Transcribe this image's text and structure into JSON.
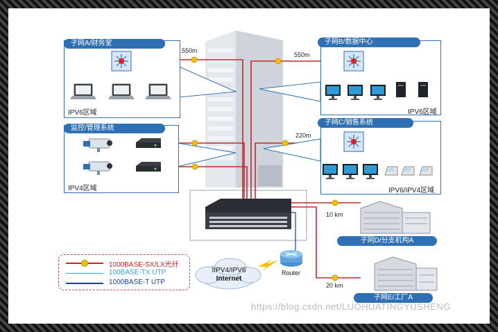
{
  "subnets": {
    "a": {
      "title": "子网A/财务室",
      "region": "IPV6区域"
    },
    "b": {
      "title": "子网B/数据中心",
      "region": "IPV6区域"
    },
    "monitor": {
      "title": "监控/管理系统",
      "region": "IPV4区域"
    },
    "c": {
      "title": "子网C/销售系统",
      "region": "IPV6/IPV4区域"
    },
    "d": {
      "title": "子网D/分支机构A"
    },
    "e": {
      "title": "子网E/工厂A"
    }
  },
  "distances": {
    "a": "550m",
    "b": "550m",
    "c": "220m",
    "d": "10 km",
    "e": "20 km"
  },
  "internet": {
    "line1": "IIPV4/IPV6",
    "line2": "Internet"
  },
  "router": {
    "label": "Router"
  },
  "legend": {
    "items": [
      {
        "label": "1000BASE-SX/LX光纤",
        "color": "#c0282d"
      },
      {
        "label": "100BASE-TX UTP",
        "color": "#3aa0d8"
      },
      {
        "label": "1000BASE-T UTP",
        "color": "#1f3f8f"
      }
    ]
  },
  "colors": {
    "fiber": "#c0282d",
    "utp100": "#3aa0d8",
    "utp1000": "#1f3f8f",
    "accent": "#2f6fb3"
  },
  "watermark": "https://blog.csdn.net/LUOHUATINGYUSHENG"
}
